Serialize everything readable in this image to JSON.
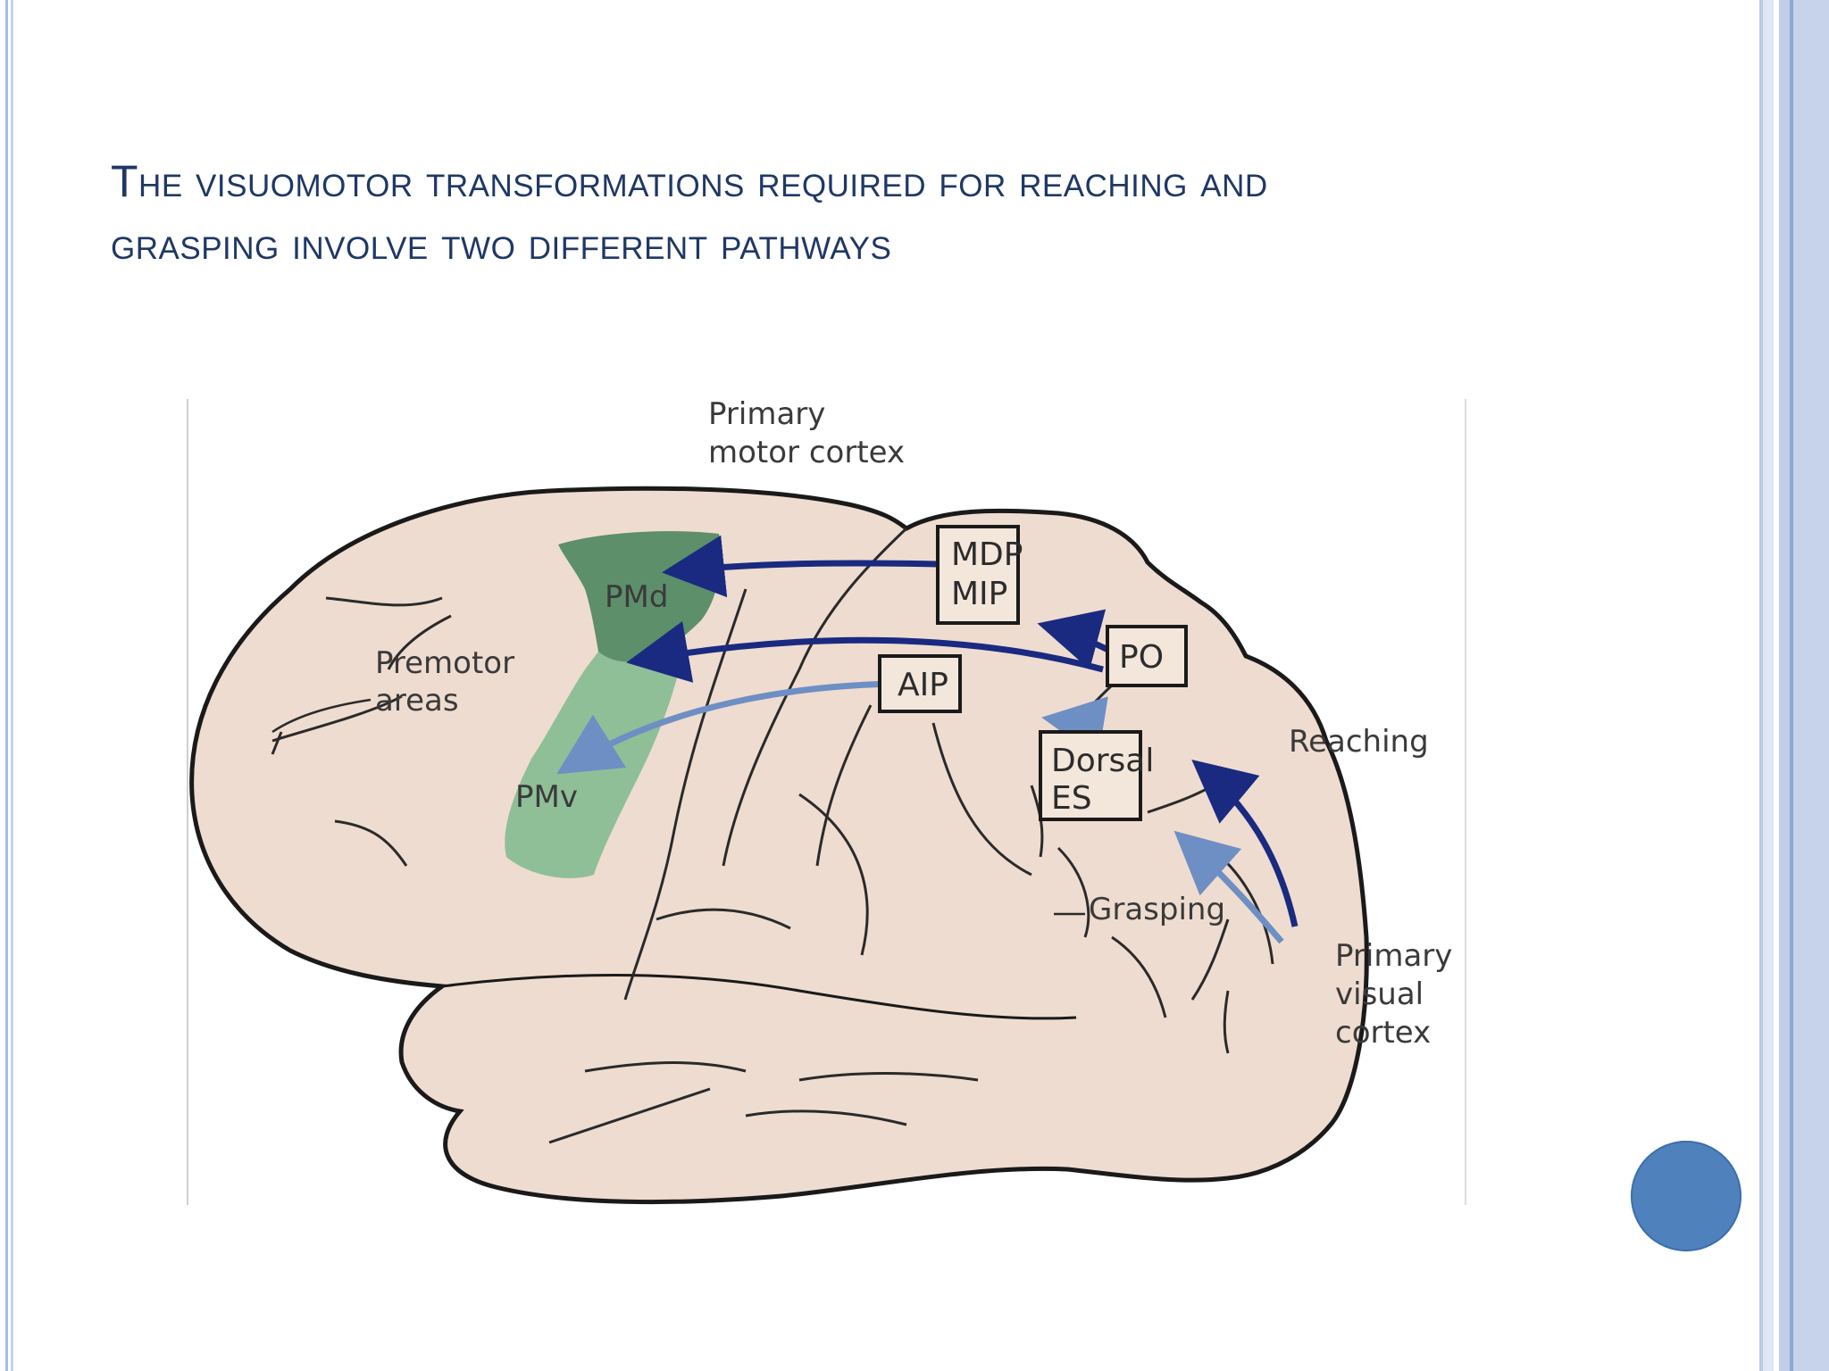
{
  "slide": {
    "title_line1": "The visuomotor transformations required for reaching and",
    "title_line2": "grasping involve two different pathways"
  },
  "diagram": {
    "labels": {
      "primary_motor_cortex_1": "Primary",
      "primary_motor_cortex_2": "motor cortex",
      "premotor_1": "Premotor",
      "premotor_2": "areas",
      "pmd": "PMd",
      "pmv": "PMv",
      "reaching": "Reaching",
      "grasping": "Grasping",
      "primary_visual_1": "Primary",
      "primary_visual_2": "visual",
      "primary_visual_3": "cortex"
    },
    "boxes": {
      "mdp": "MDP",
      "mip": "MIP",
      "po": "PO",
      "aip": "AIP",
      "dorsal": "Dorsal",
      "es": "ES"
    },
    "colors": {
      "brain_fill": "#efdcd0",
      "outline": "#1a1a1a",
      "pmd_fill": "#5c8f6a",
      "pmv_fill": "#8fbf97",
      "reaching_arrow": "#1a2a80",
      "grasping_arrow": "#6d8fc4",
      "bullet": "#4f81bd",
      "title": "#1f3864"
    }
  }
}
